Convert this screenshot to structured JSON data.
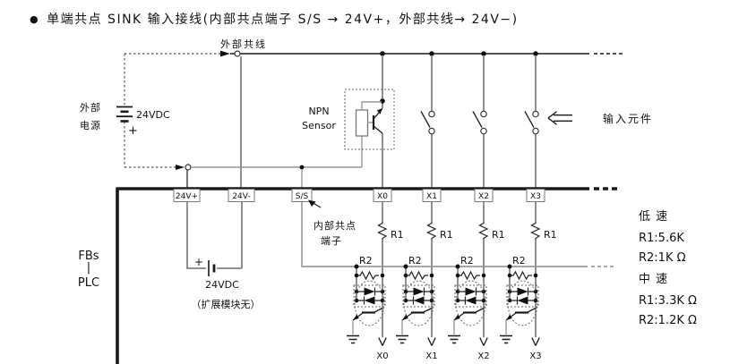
{
  "title": {
    "bullet": "●",
    "text": "单端共点 SINK 输入接线(内部共点端子 S/S → 24V+，外部共线→ 24V−)"
  },
  "labels": {
    "external_common": "外部共线",
    "external_power_line1": "外部",
    "external_power_line2": "电源",
    "ext_voltage": "24VDC",
    "ext_plus": "+",
    "npn_line1": "NPN",
    "npn_line2": "Sensor",
    "input_element": "输入元件",
    "internal_common_line1": "内部共点",
    "internal_common_line2": "端子",
    "plc_line1": "FBs",
    "plc_line2": "|",
    "plc_line3": "PLC",
    "int_voltage": "24VDC",
    "int_voltage_note": "（扩展模块无）",
    "int_plus": "+"
  },
  "terminals": [
    "24V+",
    "24V-",
    "S/S",
    "X0",
    "X1",
    "X2",
    "X3"
  ],
  "resistors": {
    "r1": "R1",
    "r2": "R2"
  },
  "input_signals": [
    "X0",
    "X1",
    "X2",
    "X3"
  ],
  "specs": [
    "低 速",
    "R1:5.6K",
    "R2:1K Ω",
    "中 速",
    "R1:3.3K Ω",
    "R2:1.2K Ω"
  ],
  "colors": {
    "ink": "#1a1a1a",
    "wire_gray": "#909090",
    "background": "#ffffff"
  }
}
